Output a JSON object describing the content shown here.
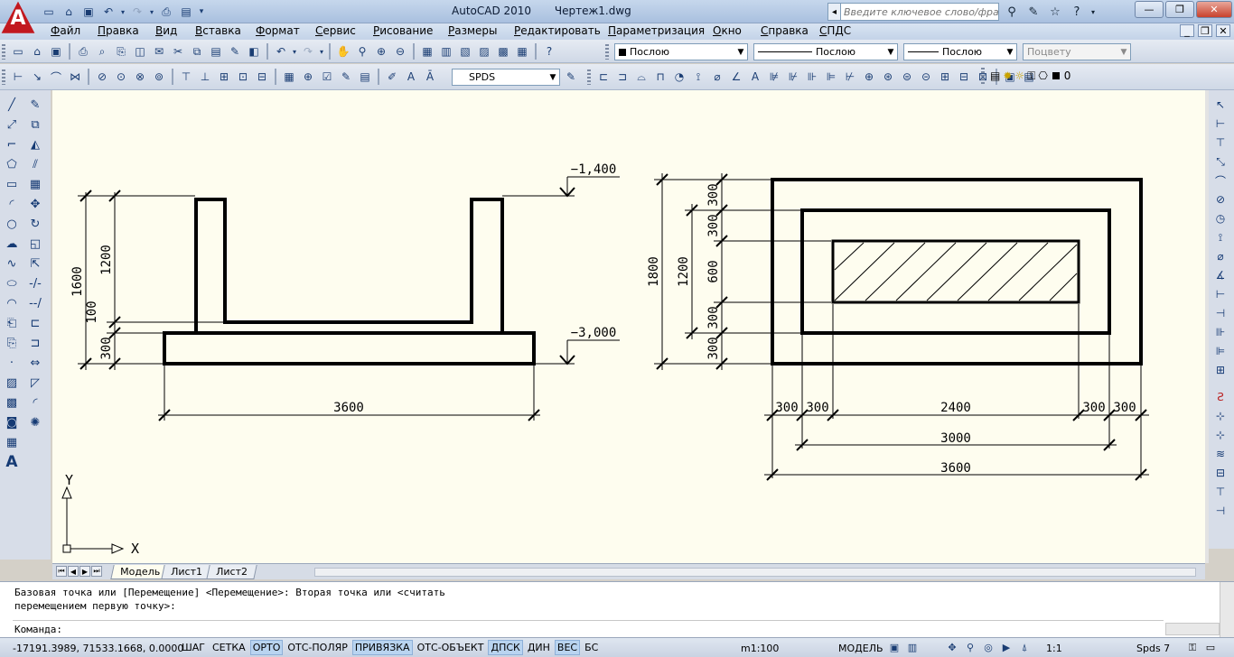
{
  "titlebar": {
    "app_name": "AutoCAD 2010",
    "document": "Чертеж1.dwg",
    "search_placeholder": "Введите ключевое слово/фразу"
  },
  "menu": [
    "Файл",
    "Правка",
    "Вид",
    "Вставка",
    "Формат",
    "Сервис",
    "Рисование",
    "Размеры",
    "Редактировать",
    "Параметризация",
    "Окно",
    "Справка",
    "СПДС"
  ],
  "properties": {
    "color": "Послою",
    "linetype": "Послою",
    "lineweight": "Послою",
    "plotstyle": "Поцвету"
  },
  "styles": {
    "text_style": "SPDS",
    "layer": "0"
  },
  "drawing": {
    "left": {
      "level_top": "−1,400",
      "level_bottom": "−3,000",
      "dim_total_height": "1600",
      "dim_wall_height": "1200",
      "dim_floor": "100",
      "dim_slab": "300",
      "dim_width": "3600"
    },
    "right": {
      "dim_h_outer": "1800",
      "dim_h_mid": "1200",
      "dim_v_300_top1": "300",
      "dim_v_300_top2": "300",
      "dim_v_600": "600",
      "dim_v_300_bot1": "300",
      "dim_v_300_bot2": "300",
      "dim_w_300_a": "300",
      "dim_w_300_b": "300",
      "dim_w_2400": "2400",
      "dim_w_300_c": "300",
      "dim_w_300_d": "300",
      "dim_w_3000": "3000",
      "dim_w_3600": "3600"
    },
    "ucs_x": "X",
    "ucs_y": "Y"
  },
  "layout_tabs": [
    "Модель",
    "Лист1",
    "Лист2"
  ],
  "command": {
    "line1": "Базовая точка или [Перемещение] <Перемещение>: Вторая точка или <считать",
    "line2": "перемещением первую точку>:",
    "prompt": "Команда:"
  },
  "status": {
    "coords": "-17191.3989, 71533.1668, 0.0000",
    "modes": [
      {
        "label": "ШАГ",
        "on": false
      },
      {
        "label": "СЕТКА",
        "on": false
      },
      {
        "label": "ОРТО",
        "on": true
      },
      {
        "label": "ОТС-ПОЛЯР",
        "on": false
      },
      {
        "label": "ПРИВЯЗКА",
        "on": true
      },
      {
        "label": "ОТС-ОБЪЕКТ",
        "on": false
      },
      {
        "label": "ДПСК",
        "on": true
      },
      {
        "label": "ДИН",
        "on": false
      },
      {
        "label": "ВЕС",
        "on": true
      },
      {
        "label": "БС",
        "on": false
      }
    ],
    "scale": "m1:100",
    "space": "МОДЕЛЬ",
    "annotation_scale": "1:1",
    "workspace": "Spds 7"
  }
}
